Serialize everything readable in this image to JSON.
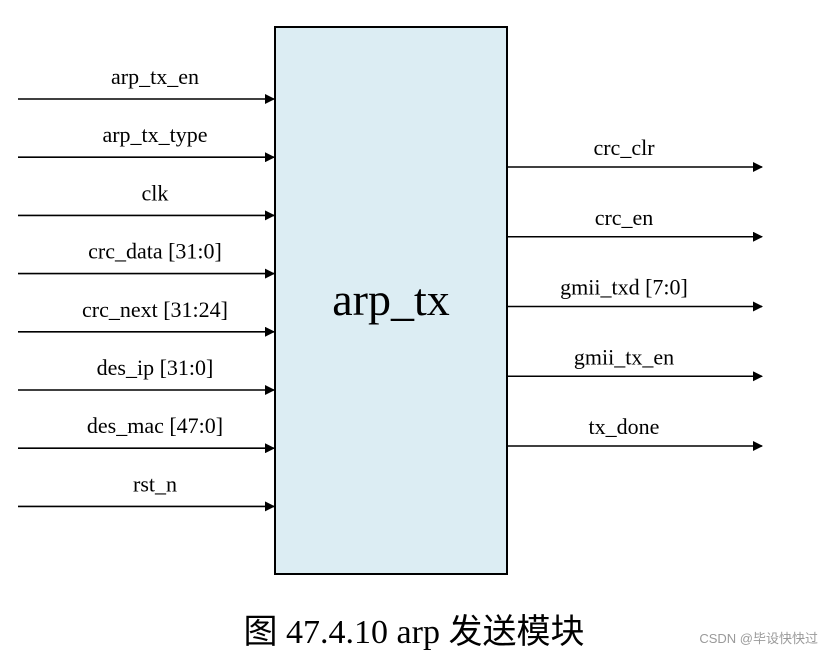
{
  "module": {
    "name": "arp_tx",
    "fill_color": "#dcedf3",
    "border_color": "#000000"
  },
  "inputs": [
    "arp_tx_en",
    "arp_tx_type",
    "clk",
    "crc_data [31:0]",
    "crc_next [31:24]",
    "des_ip [31:0]",
    "des_mac [47:0]",
    "rst_n"
  ],
  "outputs": [
    "crc_clr",
    "crc_en",
    "gmii_txd [7:0]",
    "gmii_tx_en",
    "tx_done"
  ],
  "caption": "图  47.4.10 arp 发送模块",
  "watermark": "CSDN @毕设快快过"
}
